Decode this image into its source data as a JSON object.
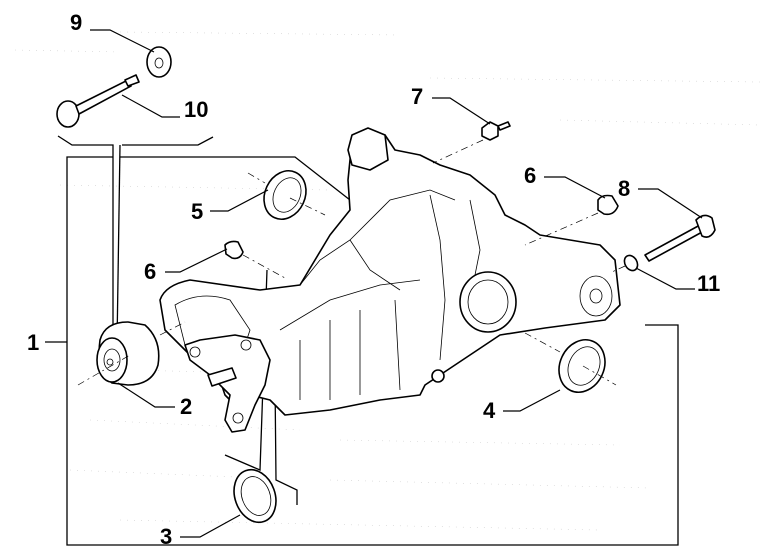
{
  "diagram": {
    "title": "Rear differential exploded view",
    "callouts": [
      {
        "id": "1",
        "label": "1",
        "part": "differential-assembly"
      },
      {
        "id": "2",
        "label": "2",
        "part": "bushing"
      },
      {
        "id": "3",
        "label": "3",
        "part": "oil-seal-front"
      },
      {
        "id": "4",
        "label": "4",
        "part": "oil-seal-right"
      },
      {
        "id": "5",
        "label": "5",
        "part": "oil-seal-left"
      },
      {
        "id": "6a",
        "label": "6",
        "part": "plug"
      },
      {
        "id": "6b",
        "label": "6",
        "part": "plug"
      },
      {
        "id": "7",
        "label": "7",
        "part": "breather-valve"
      },
      {
        "id": "8",
        "label": "8",
        "part": "bolt"
      },
      {
        "id": "9",
        "label": "9",
        "part": "washer"
      },
      {
        "id": "10",
        "label": "10",
        "part": "bolt-long"
      },
      {
        "id": "11",
        "label": "11",
        "part": "sealing-ring"
      }
    ]
  }
}
